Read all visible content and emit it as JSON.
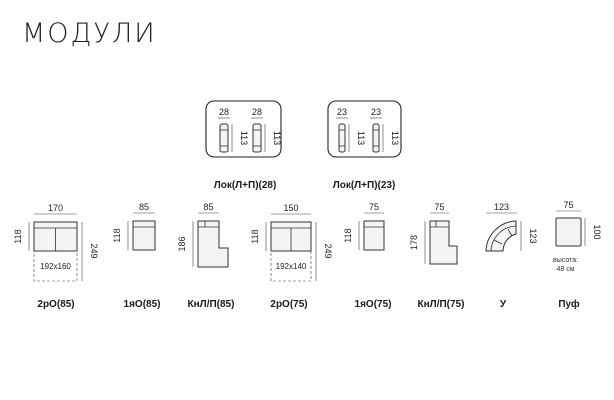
{
  "title": "МОДУЛИ",
  "locks": [
    {
      "label": "Лок(Л+П)(28)",
      "w1": "28",
      "w2": "28",
      "h1": "113",
      "h2": "113"
    },
    {
      "label": "Лок(Л+П)(23)",
      "w1": "23",
      "w2": "23",
      "h1": "113",
      "h2": "113"
    }
  ],
  "modules": [
    {
      "label": "2рО(85)",
      "width": "170",
      "height_left": "118",
      "height_right": "249",
      "bed": "192x160"
    },
    {
      "label": "1яО(85)",
      "width": "85",
      "height_left": "118"
    },
    {
      "label": "КнЛ/П(85)",
      "width": "85",
      "height_left": "186"
    },
    {
      "label": "2рО(75)",
      "width": "150",
      "height_left": "118",
      "height_right": "249",
      "bed": "192x140"
    },
    {
      "label": "1яО(75)",
      "width": "75",
      "height_left": "118"
    },
    {
      "label": "КнЛ/П(75)",
      "width": "75",
      "height_left": "178"
    },
    {
      "label": "У",
      "width": "123",
      "height_right": "123"
    },
    {
      "label": "Пуф",
      "width": "75",
      "height_right": "100",
      "note_line1": "высота:",
      "note_line2": "48 см"
    }
  ]
}
